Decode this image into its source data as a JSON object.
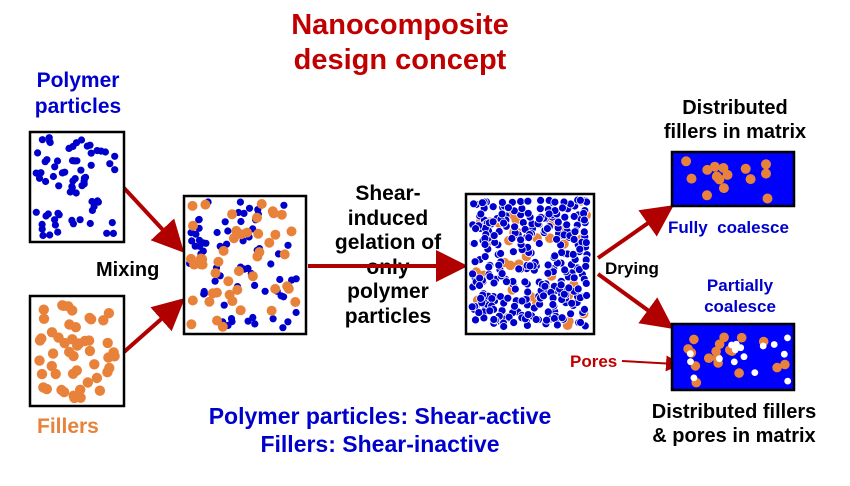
{
  "title": {
    "line1": "Nanocomposite",
    "line2": "design concept"
  },
  "inputs": {
    "polymer_label_line1": "Polymer",
    "polymer_label_line2": "particles",
    "fillers_label": "Fillers"
  },
  "steps": {
    "mixing": "Mixing",
    "gelation_lines": [
      "Shear-",
      "induced",
      "gelation of",
      "only",
      "polymer",
      "particles"
    ],
    "drying": "Drying"
  },
  "outputs": {
    "distributed_line1": "Distributed",
    "distributed_line2": "fillers in matrix",
    "fully_coalesce": "Fully  coalesce",
    "partially_line1": "Partially",
    "partially_line2": "coalesce",
    "pores": "Pores",
    "pores_out_line1": "Distributed fillers",
    "pores_out_line2": "& pores in matrix"
  },
  "summary": {
    "line1": "Polymer particles: Shear-active",
    "line2": "Fillers: Shear-inactive"
  },
  "colors": {
    "title": "#c00000",
    "polymer": "#0000cc",
    "filler": "#e8823a",
    "arrow": "#b00000",
    "matrix": "#0000ff",
    "pore": "#ffffff"
  }
}
